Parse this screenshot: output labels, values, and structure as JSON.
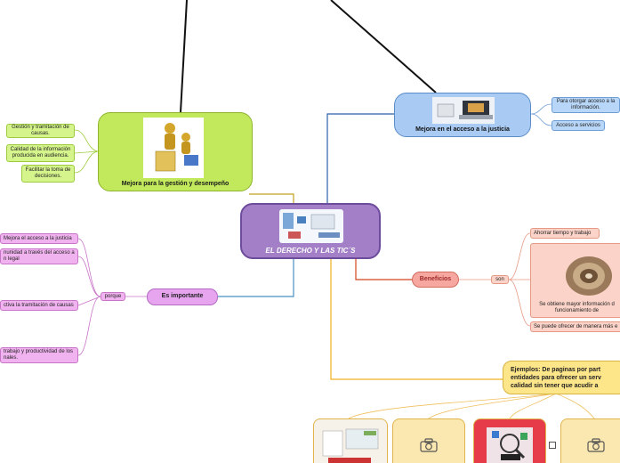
{
  "central": {
    "title": "EL DERECHO Y LAS TIC´S"
  },
  "gestion": {
    "title": "Mejora para la gestión y desempeño",
    "items": [
      "Gestión y tramitación de causas.",
      "Calidad de la información producida en audiencia.",
      "Facilitar la toma de decisiones."
    ]
  },
  "acceso": {
    "title": "Mejora en el acceso a la justicia",
    "items": [
      "Para otorgar acceso a la información.",
      "Acceso a servicios"
    ]
  },
  "importante": {
    "title": "Es importante",
    "connector": "porque",
    "items": [
      "Mejora el acceso a la justicia",
      "nunidad a través del acceso a n legal",
      "ctiva la tramitación de causas",
      "trabajo y productividad de los nales."
    ]
  },
  "beneficios": {
    "title": "Beneficios",
    "connector": "son",
    "items": [
      "Ahorrar tiempo y trabajo",
      "Se obtiene mayor información d funcionamiento de",
      "Se puede ofrecer de manera más e"
    ]
  },
  "ejemplos": {
    "title": "Ejemplos: De paginas por part entidades para ofrecer un serv calidad sin tener que acudir a"
  },
  "colors": {
    "central": "#a27fc6",
    "gestion": "#c2e95c",
    "acceso": "#a9cbf3",
    "importante": "#e7a5f0",
    "beneficios": "#f5a7a0",
    "ejemplos": "#fde58a"
  }
}
